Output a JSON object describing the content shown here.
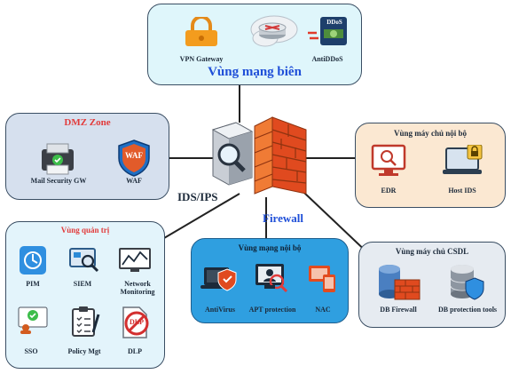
{
  "zones": {
    "border": {
      "title": "Vùng mạng biên",
      "items": [
        "VPN Gateway",
        "AntiDDoS"
      ],
      "ddos_text": "DDoS"
    },
    "dmz": {
      "title": "DMZ Zone",
      "items": [
        "Mail Security GW",
        "WAF"
      ],
      "waf_text": "WAF"
    },
    "admin": {
      "title": "Vùng quản trị",
      "items": [
        "PIM",
        "SIEM",
        "Network Monitoring",
        "SSO",
        "Policy Mgt",
        "DLP"
      ],
      "dlp_text": "DLP"
    },
    "internal": {
      "title": "Vùng mạng nội bộ",
      "items": [
        "AntiVirus",
        "APT protection",
        "NAC"
      ]
    },
    "servers": {
      "title": "Vùng máy chủ nội bộ",
      "items": [
        "EDR",
        "Host IDS"
      ]
    },
    "db": {
      "title": "Vùng máy chủ CSDL",
      "items": [
        "DB Firewall",
        "DB protection tools"
      ]
    }
  },
  "center": {
    "ids_label": "IDS/IPS",
    "firewall_label": "Firewall"
  },
  "colors": {
    "border_zone": "#dff6fb",
    "dmz_zone": "#d6e0ee",
    "server_zone": "#fbe8d2",
    "db_zone": "#e6ebf1",
    "admin_zone": "#e3f4fb",
    "internal_zone": "#2f9fe0",
    "title_blue": "#1f4fd8",
    "title_red": "#e23b3b",
    "firewall_red": "#e04a1f"
  }
}
